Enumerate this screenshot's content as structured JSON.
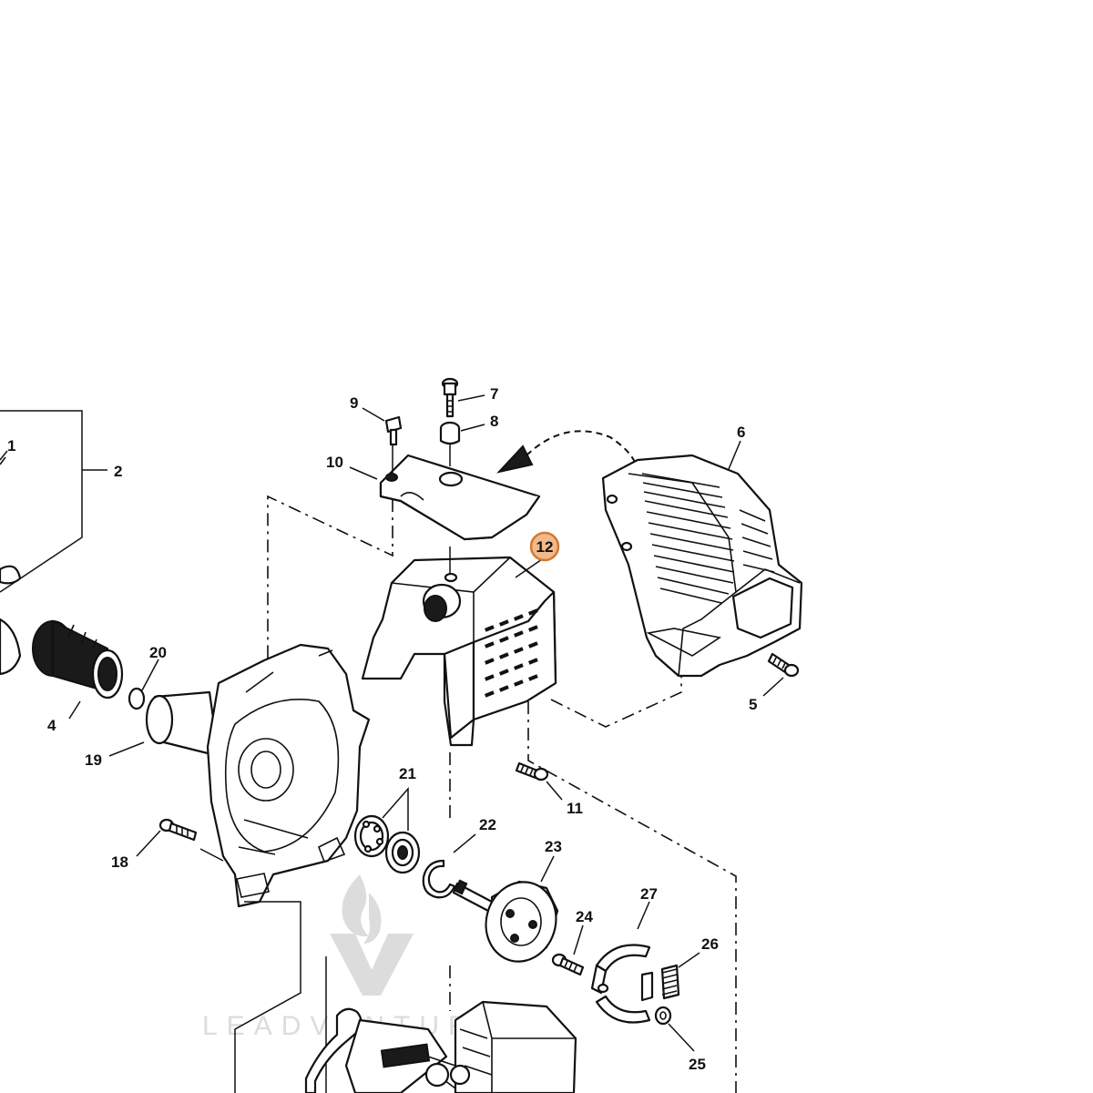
{
  "callouts": {
    "c1": "1",
    "c2": "2",
    "c4": "4",
    "c5": "5",
    "c6": "6",
    "c7": "7",
    "c8": "8",
    "c9": "9",
    "c10": "10",
    "c11": "11",
    "c12": "12",
    "c18": "18",
    "c19": "19",
    "c20": "20",
    "c21": "21",
    "c22": "22",
    "c23": "23",
    "c24": "24",
    "c25": "25",
    "c26": "26",
    "c27": "27"
  },
  "highlight": {
    "part": "12",
    "fill": "#f2b98a",
    "stroke": "#d07a34"
  },
  "watermark": {
    "text": "LEADVENTURE"
  }
}
